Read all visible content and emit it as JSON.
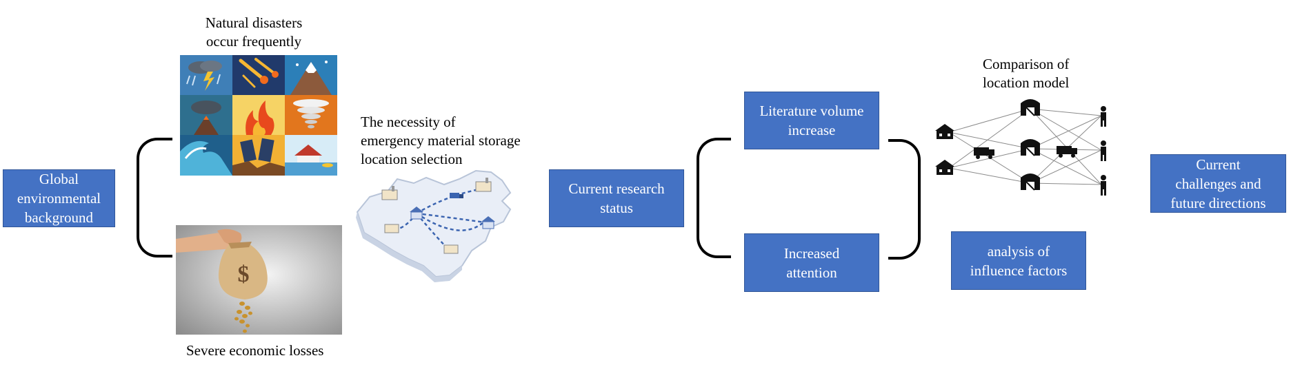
{
  "boxes": {
    "global_background": "Global\nenvironmental\nbackground",
    "current_status": "Current research\nstatus",
    "literature_increase": "Literature volume\nincrease",
    "increased_attention": "Increased\nattention",
    "influence_factors": "analysis of\ninfluence factors",
    "challenges": "Current\nchallenges and\nfuture directions"
  },
  "captions": {
    "disasters": "Natural disasters\noccur frequently",
    "losses": "Severe economic losses",
    "necessity": "The necessity of\nemergency material storage\nlocation selection",
    "comparison": "Comparison of\nlocation model"
  },
  "money_symbol": "$",
  "colors": {
    "box_fill": "#4472c4",
    "box_border": "#2f5597",
    "map_fill": "#e9eef7",
    "route": "#3b64b0"
  },
  "icons": [
    "storm-icon",
    "meteor-icon",
    "volcano-icon",
    "typhoon-icon",
    "fire-icon",
    "tornado-icon",
    "tsunami-icon",
    "earthquake-icon",
    "flood-icon",
    "money-bag-icon",
    "china-map",
    "factory-icon",
    "warehouse-icon",
    "truck-icon",
    "person-icon"
  ]
}
